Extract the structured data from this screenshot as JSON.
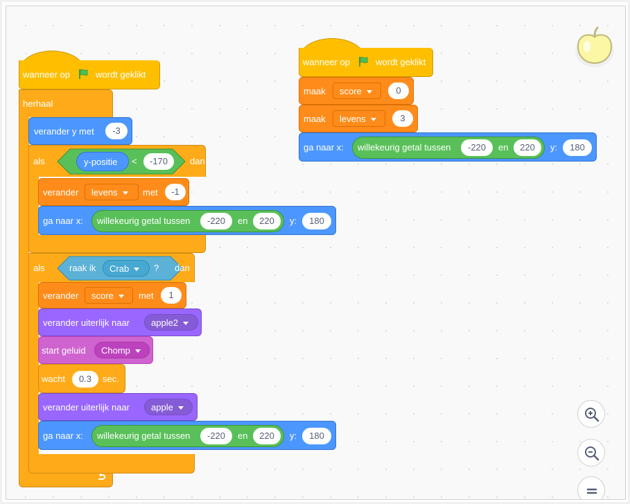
{
  "script_left": {
    "hat_label_1": "wanneer op",
    "hat_label_2": "wordt geklikt",
    "forever_label": "herhaal",
    "change_y_label": "verander y met",
    "change_y_value": "-3",
    "if1_label": "als",
    "if1_then": "dan",
    "ypos_label": "y-positie",
    "lt_symbol": "<",
    "lt_value": "-170",
    "change_lives_label": "verander",
    "change_lives_var": "levens",
    "change_lives_met": "met",
    "change_lives_value": "-1",
    "goto1_label": "ga naar x:",
    "random1_label": "willekeurig getal tussen",
    "random1_from": "-220",
    "random1_en": "en",
    "random1_to": "220",
    "goto1_y_label": "y:",
    "goto1_y": "180",
    "if2_label": "als",
    "if2_then": "dan",
    "touching_label": "raak ik",
    "touching_target": "Crab",
    "touching_q": "?",
    "change_score_label": "verander",
    "change_score_var": "score",
    "change_score_met": "met",
    "change_score_value": "1",
    "costume1_label": "verander uiterlijk naar",
    "costume1_value": "apple2",
    "sound_label": "start geluid",
    "sound_value": "Chomp",
    "wait_label": "wacht",
    "wait_value": "0.3",
    "wait_unit": "sec.",
    "costume2_label": "verander uiterlijk naar",
    "costume2_value": "apple",
    "goto2_label": "ga naar x:",
    "random2_label": "willekeurig getal tussen",
    "random2_from": "-220",
    "random2_en": "en",
    "random2_to": "220",
    "goto2_y_label": "y:",
    "goto2_y": "180"
  },
  "script_right": {
    "hat_label_1": "wanneer op",
    "hat_label_2": "wordt geklikt",
    "set1_label": "maak",
    "set1_var": "score",
    "set1_value": "0",
    "set2_label": "maak",
    "set2_var": "levens",
    "set2_value": "3",
    "goto_label": "ga naar x:",
    "random_label": "willekeurig getal tussen",
    "random_from": "-220",
    "random_en": "en",
    "random_to": "220",
    "goto_y_label": "y:",
    "goto_y": "180"
  },
  "colors": {
    "events": "#ffbf00",
    "control": "#ffab19",
    "variables": "#ff8c1a",
    "motion": "#4c97ff",
    "looks": "#9966ff",
    "sound": "#cf63cf",
    "operators": "#59c059",
    "sensing": "#5cb1d6"
  },
  "icons": {
    "green_flag": "green-flag-icon",
    "loop_arrow": "loop-arrow-icon",
    "zoom_in": "zoom-in-icon",
    "zoom_out": "zoom-out-icon",
    "zoom_reset": "zoom-reset-icon",
    "sprite": "apple-sprite-thumbnail"
  }
}
